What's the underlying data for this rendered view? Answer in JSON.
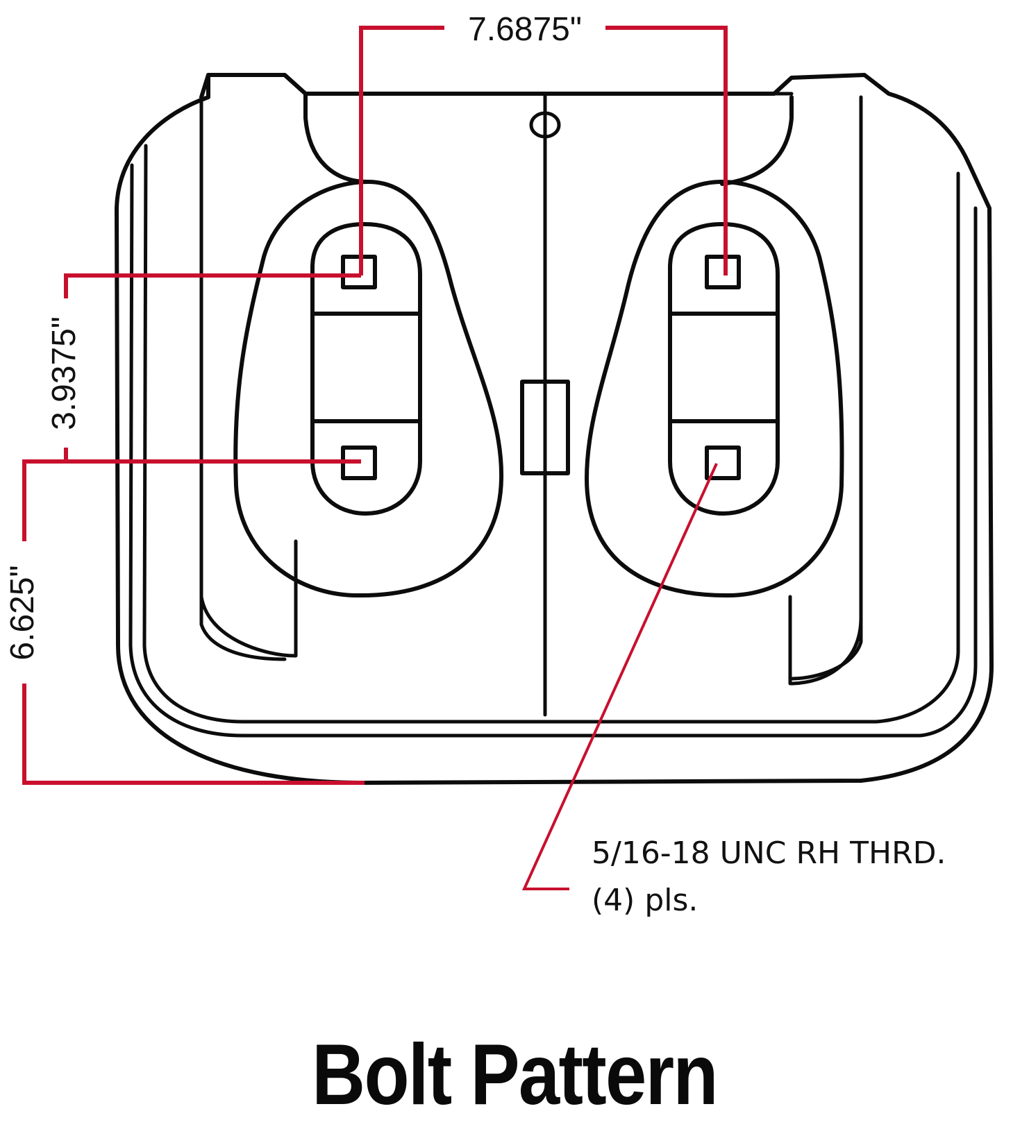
{
  "diagram": {
    "title": "Bolt Pattern",
    "dimensions": {
      "bolt_spacing_horizontal": "7.6875\"",
      "bolt_spacing_vertical": "3.9375\"",
      "front_edge_to_rear_bolts": "6.625\""
    },
    "thread_note": {
      "line1": "5/16-18 UNC RH THRD.",
      "line2": "(4) pls."
    },
    "colors": {
      "dimension_line": "#c8102e",
      "outline": "#0c0c0c",
      "background": "#ffffff"
    }
  }
}
